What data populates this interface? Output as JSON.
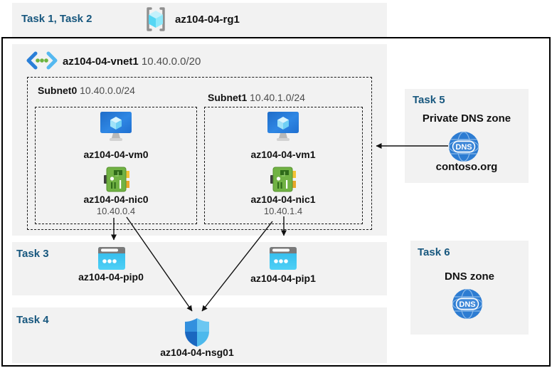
{
  "colors": {
    "task_label_blue": "#17577e",
    "panel_background": "#f2f2f2",
    "diagram_border": "#000000",
    "vm_monitor_blue": "#2f87e4",
    "nic_board_green": "#71b244",
    "public_ip_cyan": "#3cc3ef",
    "nsg_shield_blue": "#3390de",
    "dns_globe_blue": "#2d7cd2",
    "vnet_chevron_blue": "#2a7fd8",
    "vnet_dot_green": "#6cb33f"
  },
  "header": {
    "task_label": "Task 1, Task 2"
  },
  "resource_group": {
    "name": "az104-04-rg1"
  },
  "vnet": {
    "name": "az104-04-vnet1",
    "cidr": "10.40.0.0/20",
    "subnets": [
      {
        "name": "Subnet0",
        "cidr": "10.40.0.0/24",
        "vm": "az104-04-vm0",
        "nic": "az104-04-nic0",
        "ip": "10.40.0.4"
      },
      {
        "name": "Subnet1",
        "cidr": "10.40.1.0/24",
        "vm": "az104-04-vm1",
        "nic": "az104-04-nic1",
        "ip": "10.40.1.4"
      }
    ]
  },
  "task3": {
    "label": "Task 3",
    "pip0": "az104-04-pip0",
    "pip1": "az104-04-pip1"
  },
  "task4": {
    "label": "Task 4",
    "nsg": "az104-04-nsg01"
  },
  "task5": {
    "label": "Task 5",
    "title": "Private DNS zone",
    "zone": "contoso.org"
  },
  "task6": {
    "label": "Task 6",
    "title": "DNS zone"
  },
  "dns_icon_text": "DNS"
}
